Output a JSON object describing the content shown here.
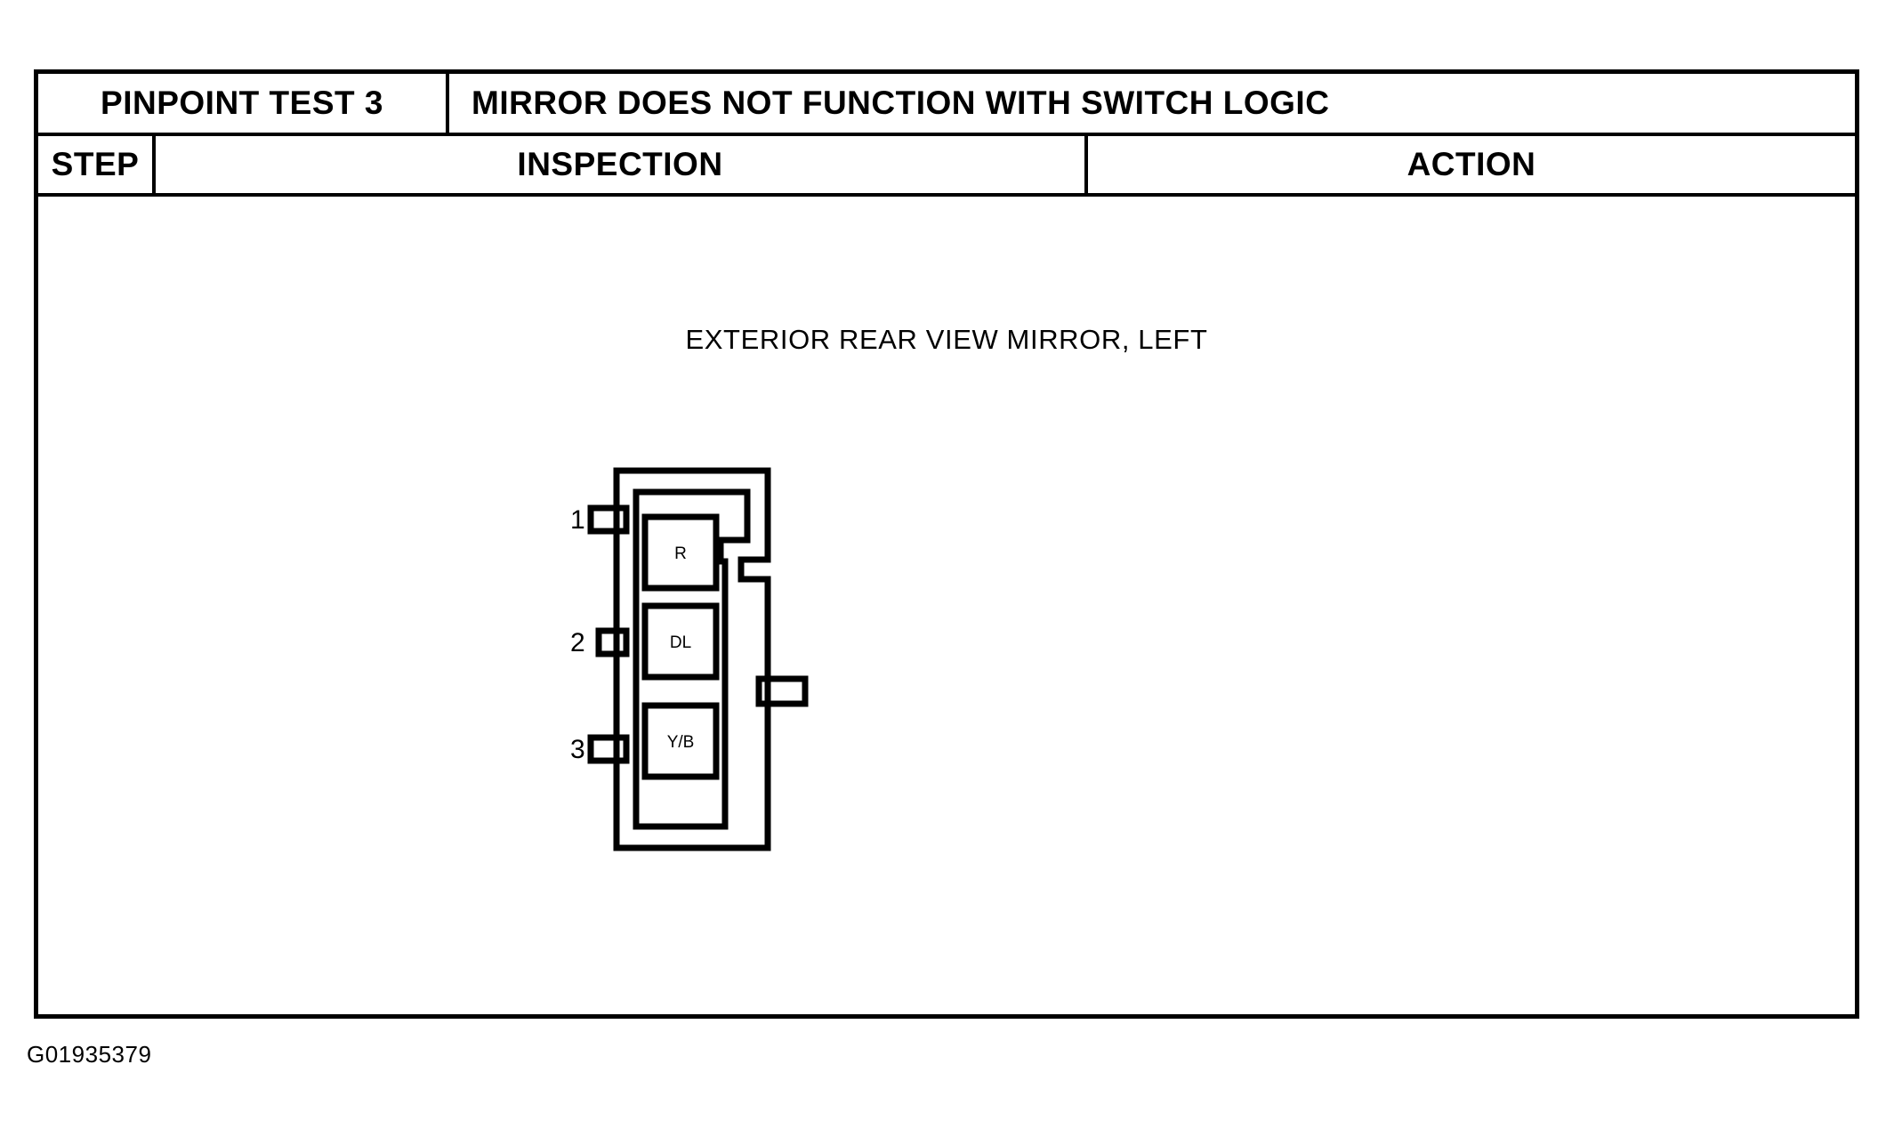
{
  "table": {
    "header": {
      "test_number": "PINPOINT TEST 3",
      "test_title": "MIRROR DOES NOT FUNCTION WITH SWITCH LOGIC",
      "columns": {
        "step": "STEP",
        "inspection": "INSPECTION",
        "action": "ACTION"
      }
    }
  },
  "figure": {
    "caption": "EXTERIOR REAR VIEW MIRROR, LEFT",
    "id": "G01935379",
    "connector": {
      "pins": [
        {
          "number": "1",
          "terminal": "R"
        },
        {
          "number": "2",
          "terminal": "DL"
        },
        {
          "number": "3",
          "terminal": "Y/B"
        }
      ]
    }
  },
  "colors": {
    "ink": "#000000",
    "paper": "#ffffff"
  }
}
